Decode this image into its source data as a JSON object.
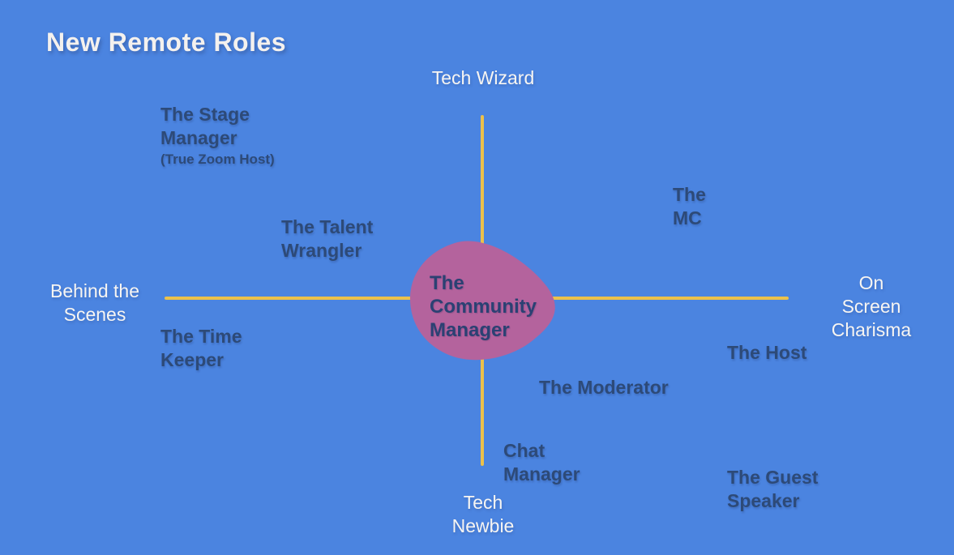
{
  "title": "New Remote Roles",
  "colors": {
    "background": "#4b84e0",
    "axis_line": "#ecc14b",
    "role_label": "#2d4a78",
    "axis_label": "#f7f5f2",
    "blob_fill": "#b4639d",
    "blob_text": "#2b4173"
  },
  "axes": {
    "top": {
      "lines": [
        "Tech Wizard"
      ]
    },
    "bottom": {
      "lines": [
        "Tech",
        "Newbie"
      ]
    },
    "left": {
      "lines": [
        "Behind the",
        "Scenes"
      ]
    },
    "right": {
      "lines": [
        "On Screen",
        "Charisma"
      ]
    }
  },
  "center": {
    "lines": [
      "The",
      "Community",
      "Manager"
    ]
  },
  "roles": [
    {
      "id": "stage-manager",
      "lines": [
        "The Stage",
        "Manager"
      ],
      "sub": "(True Zoom Host)"
    },
    {
      "id": "talent-wrangler",
      "lines": [
        "The Talent",
        "Wrangler"
      ]
    },
    {
      "id": "mc",
      "lines": [
        "The",
        "MC"
      ]
    },
    {
      "id": "time-keeper",
      "lines": [
        "The Time",
        "Keeper"
      ]
    },
    {
      "id": "host",
      "lines": [
        "The Host"
      ]
    },
    {
      "id": "moderator",
      "lines": [
        "The Moderator"
      ]
    },
    {
      "id": "chat-manager",
      "lines": [
        "Chat",
        "Manager"
      ]
    },
    {
      "id": "guest-speaker",
      "lines": [
        "The Guest",
        "Speaker"
      ]
    }
  ]
}
